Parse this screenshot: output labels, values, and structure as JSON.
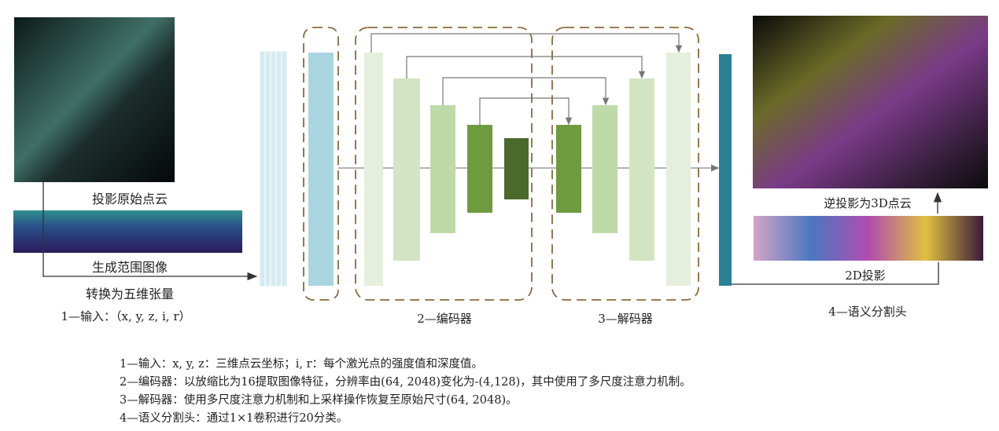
{
  "labels": {
    "project_raw": "投影原始点云",
    "range_image": "生成范围图像",
    "to_tensor": "转换为五维张量",
    "input": "1—输入：（x, y, z, i, r）",
    "encoder": "2—编码器",
    "decoder": "3—解码器",
    "head": "4—语义分割头",
    "back_project": "逆投影为3D点云",
    "projection_2d": "2D投影"
  },
  "captions": [
    "1—输入：x, y, z：三维点云坐标；i, r：每个激光点的强度值和深度值。",
    "2—编码器：以放缩比为16提取图像特征，分辨率由(64, 2048)变化为-(4,128)，其中使用了多尺度注意力机制。",
    "3—解码器：使用多尺度注意力机制和上采样操作恢复至原始尺寸(64, 2048)。",
    "4—语义分割头：通过1×1卷积进行20分类。"
  ],
  "colors": {
    "input_bar": "#a9d5e0",
    "enc1": "#e6eedc",
    "enc2": "#d3e4c2",
    "enc3": "#bfdaa9",
    "enc4": "#6f9b3f",
    "enc5": "#4a6a2c",
    "head": "#2a8096",
    "dash": "#8a6a3a"
  }
}
